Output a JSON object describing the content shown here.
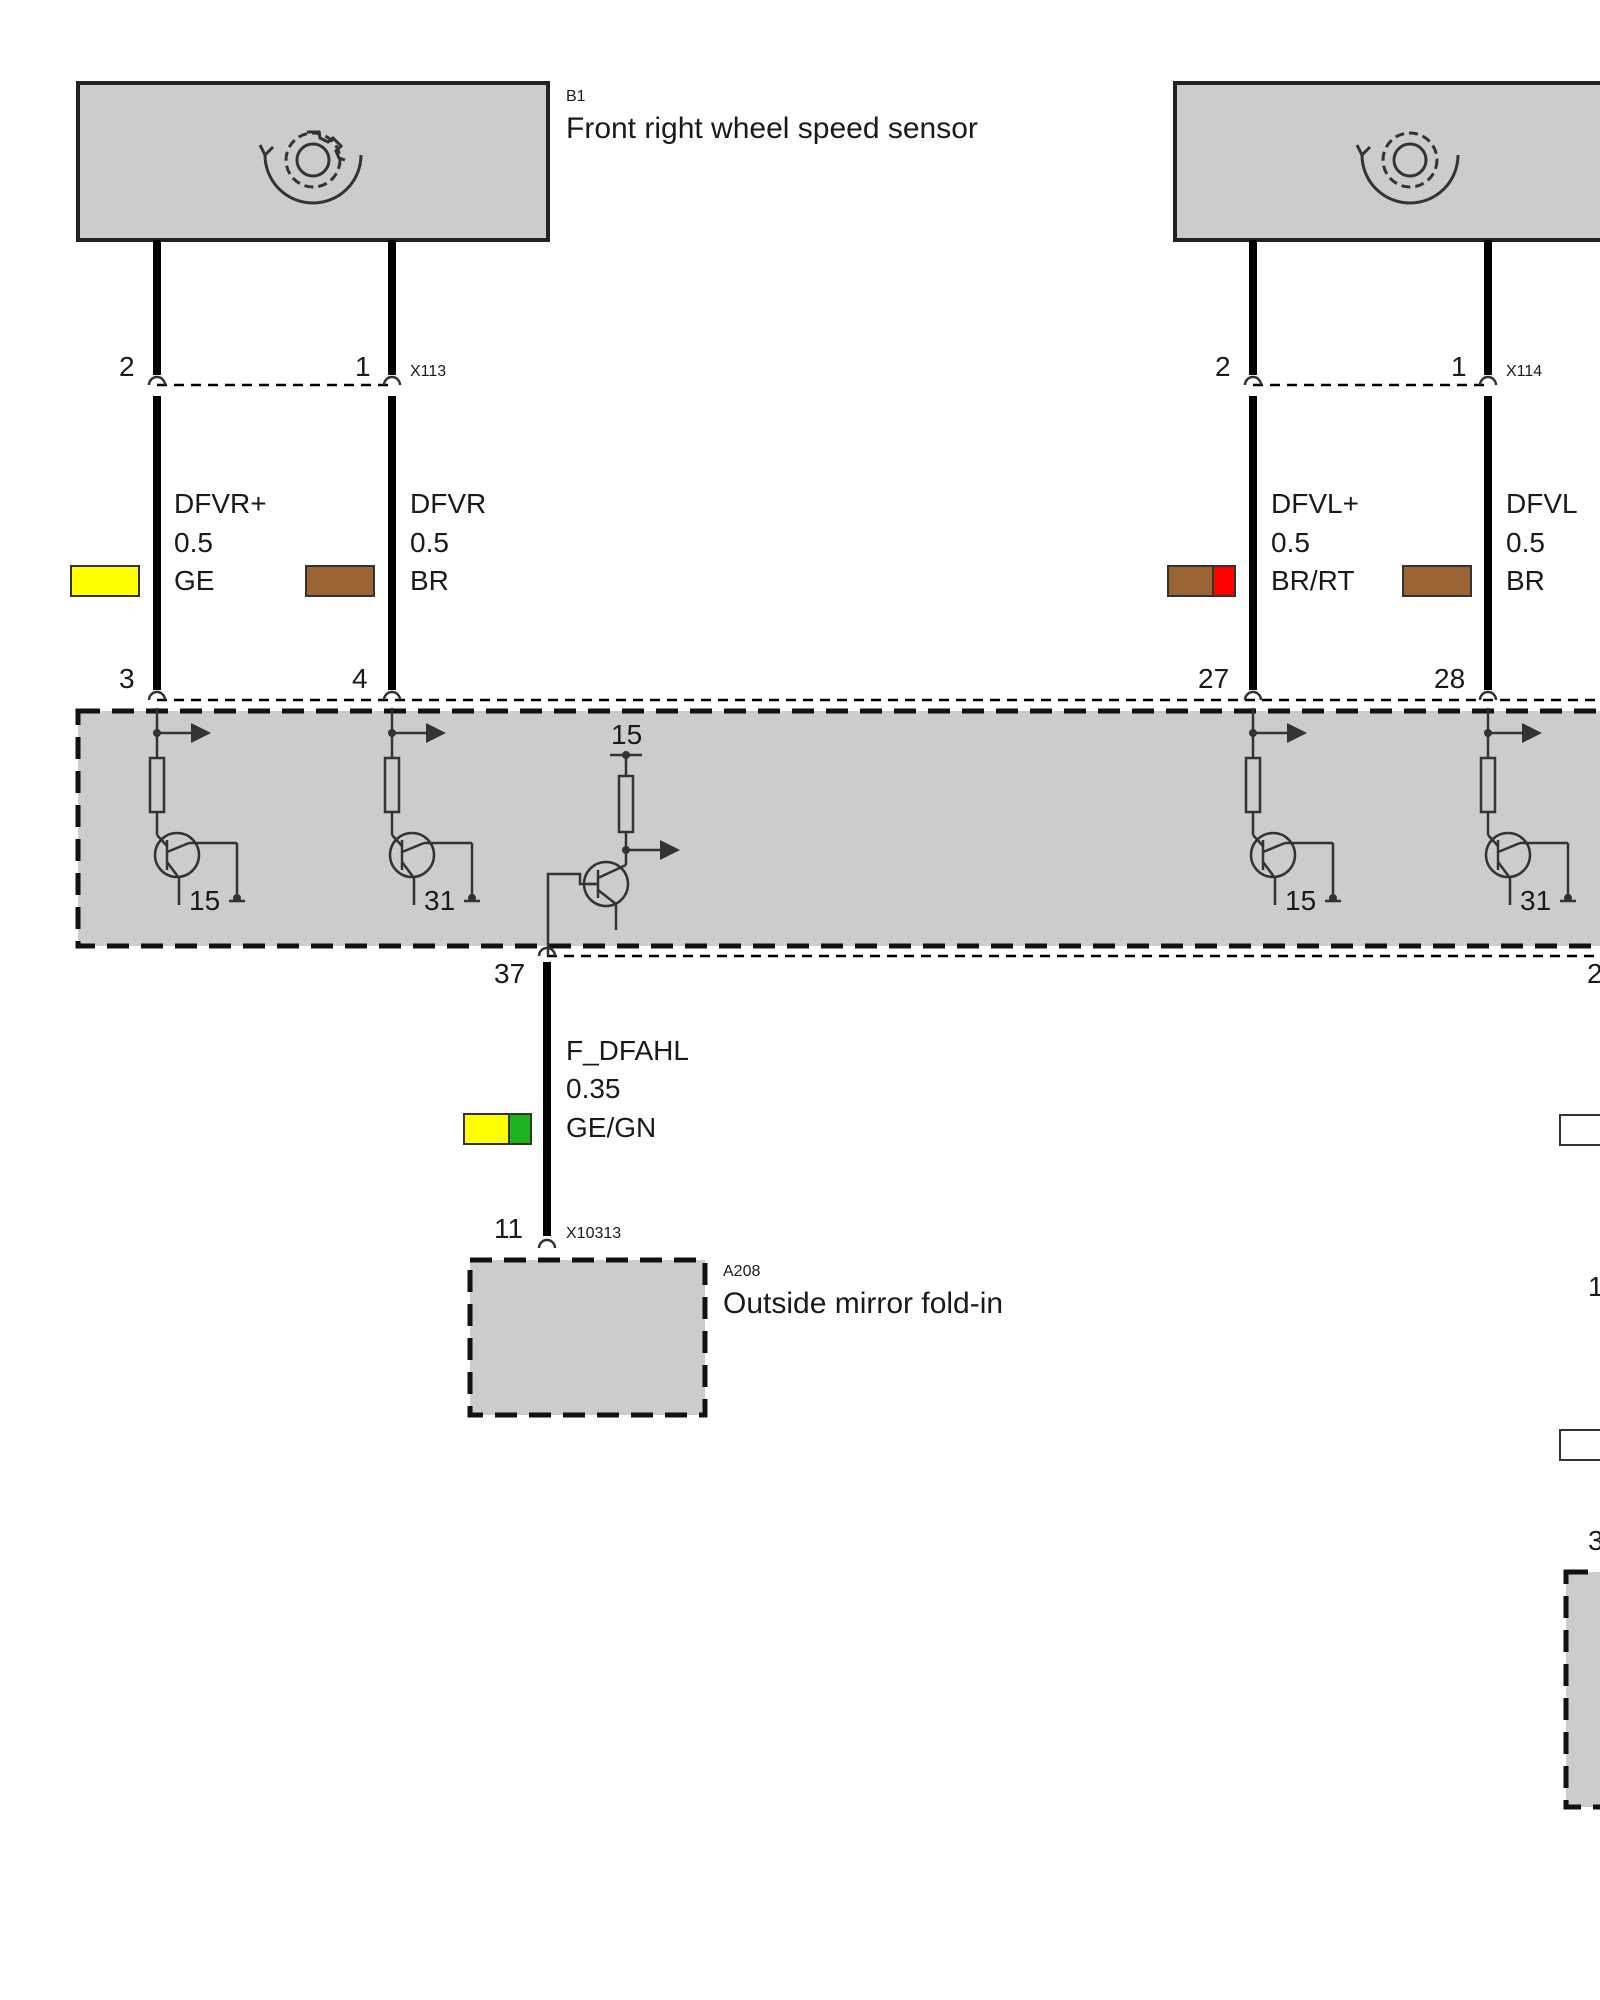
{
  "components": {
    "b1": {
      "id": "B1",
      "name": "Front right wheel speed sensor"
    },
    "a208": {
      "id": "A208",
      "name": "Outside mirror fold-in"
    }
  },
  "connectors": {
    "x113": "X113",
    "x114": "X114",
    "x10313": "X10313"
  },
  "wires": [
    {
      "signal": "DFVR+",
      "gauge": "0.5",
      "color_code": "GE",
      "colors": [
        "#ffff00"
      ],
      "pin_top": "2",
      "pin_bottom": "3"
    },
    {
      "signal": "DFVR",
      "gauge": "0.5",
      "color_code": "BR",
      "colors": [
        "#9b6434"
      ],
      "pin_top": "1",
      "pin_bottom": "4"
    },
    {
      "signal": "DFVL+",
      "gauge": "0.5",
      "color_code": "BR/RT",
      "colors": [
        "#9b6434",
        "#ff0000"
      ],
      "pin_top": "2",
      "pin_bottom": "27"
    },
    {
      "signal": "DFVL",
      "gauge": "0.5",
      "color_code": "BR",
      "colors": [
        "#9b6434"
      ],
      "pin_top": "1",
      "pin_bottom": "28"
    },
    {
      "signal": "F_DFAHL",
      "gauge": "0.35",
      "color_code": "GE/GN",
      "colors": [
        "#ffff00",
        "#1db31d"
      ],
      "pin_top": "37",
      "pin_bottom": "11"
    }
  ],
  "module_labels": {
    "ch1_ground": "15",
    "ch2_ground": "31",
    "ch3_supply": "15",
    "ch4_ground": "15",
    "ch5_ground": "31"
  },
  "partial_labels": {
    "edge_pin_a": "2",
    "edge_pin_b": "1",
    "edge_pin_c": "3"
  }
}
